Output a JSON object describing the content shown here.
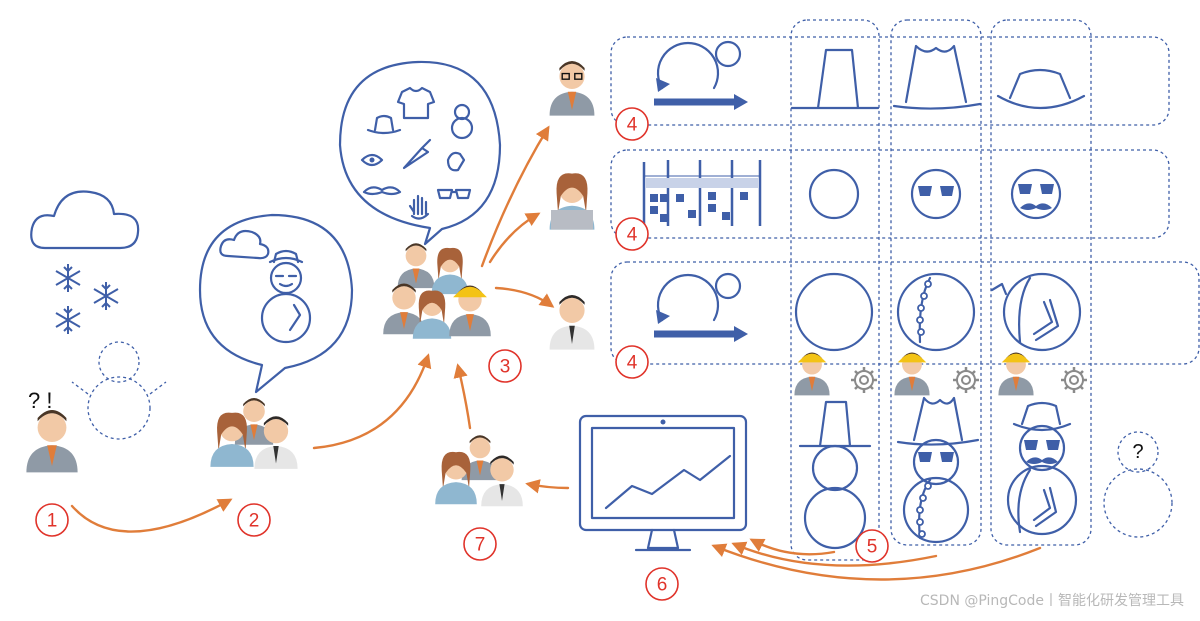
{
  "step_labels": {
    "s1": "1",
    "s2": "2",
    "s3": "3",
    "s4a": "4",
    "s4b": "4",
    "s4c": "4",
    "s5": "5",
    "s6": "6",
    "s7": "7"
  },
  "confusion_marks": "? !",
  "question_mark": "?",
  "watermark": "CSDN @PingCode丨智能化研发管理工具",
  "colors": {
    "line": "#3f5fa8",
    "arrow": "#e07d3a",
    "step": "#e0332a"
  },
  "icons": {
    "rows": [
      "scrum-cycle-icon",
      "kanban-board-icon",
      "scrum-cycle-icon"
    ],
    "hats": [
      "top-hat-icon",
      "fedora-hat-icon",
      "cowboy-hat-icon"
    ],
    "faces": [
      "plain-face-icon",
      "glasses-face-icon",
      "glasses-mustache-face-icon"
    ],
    "bodies": [
      "plain-body-icon",
      "buttoned-body-icon",
      "arm-body-icon"
    ]
  }
}
